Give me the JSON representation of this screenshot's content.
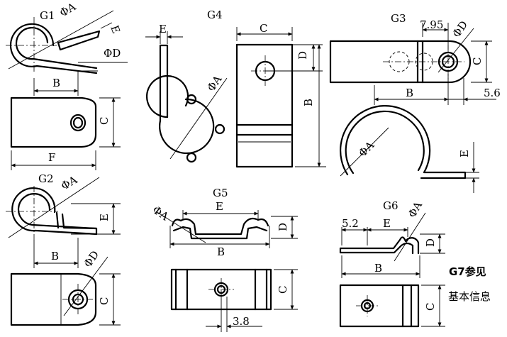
{
  "parts": {
    "g1": "G1",
    "g2": "G2",
    "g3": "G3",
    "g4": "G4",
    "g5": "G5",
    "g6": "G6"
  },
  "dims": {
    "A": "ΦA",
    "D": "ΦD",
    "B": "B",
    "C": "C",
    "D_plain": "D",
    "E": "E",
    "F": "F",
    "v795": "7.95",
    "v56": "5.6",
    "v52": "5.2",
    "v38": "3.8"
  },
  "notes": {
    "g7_line1": "G7参见",
    "g7_line2": "基本信息"
  }
}
